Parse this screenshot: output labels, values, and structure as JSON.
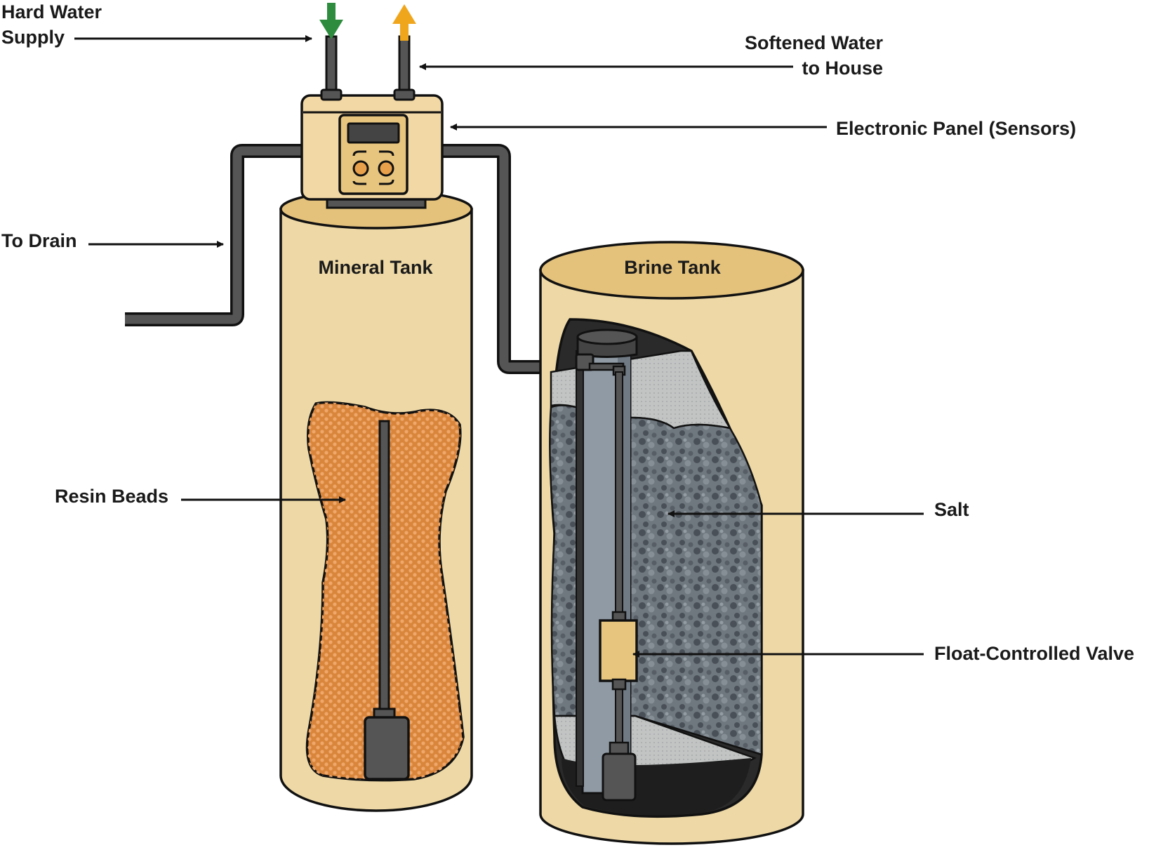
{
  "labels": {
    "hard_water_line1": "Hard Water",
    "hard_water_line2": "Supply",
    "softened_line1": "Softened Water",
    "softened_line2": "to House",
    "electronic_panel": "Electronic Panel (Sensors)",
    "to_drain": "To Drain",
    "mineral_tank": "Mineral Tank",
    "brine_tank": "Brine Tank",
    "resin_beads": "Resin Beads",
    "salt": "Salt",
    "float_valve": "Float-Controlled Valve"
  },
  "colors": {
    "tank_body": "#eed9a6",
    "tank_top": "#e4c27c",
    "resin": "#d9863c",
    "resin_dots": "#f0a86a",
    "pipe": "#4d4d4d",
    "panel": "#f2d8a4",
    "panel_screen": "#444444",
    "salt": "#6b747c",
    "salt_dark": "#3f4349",
    "water": "#b9bcbe",
    "tube": "#8f9aa4",
    "float": "#e8c57e",
    "inlet_arrow": "#2e8c3e",
    "outlet_arrow": "#f0a61c",
    "outline": "#111111"
  }
}
